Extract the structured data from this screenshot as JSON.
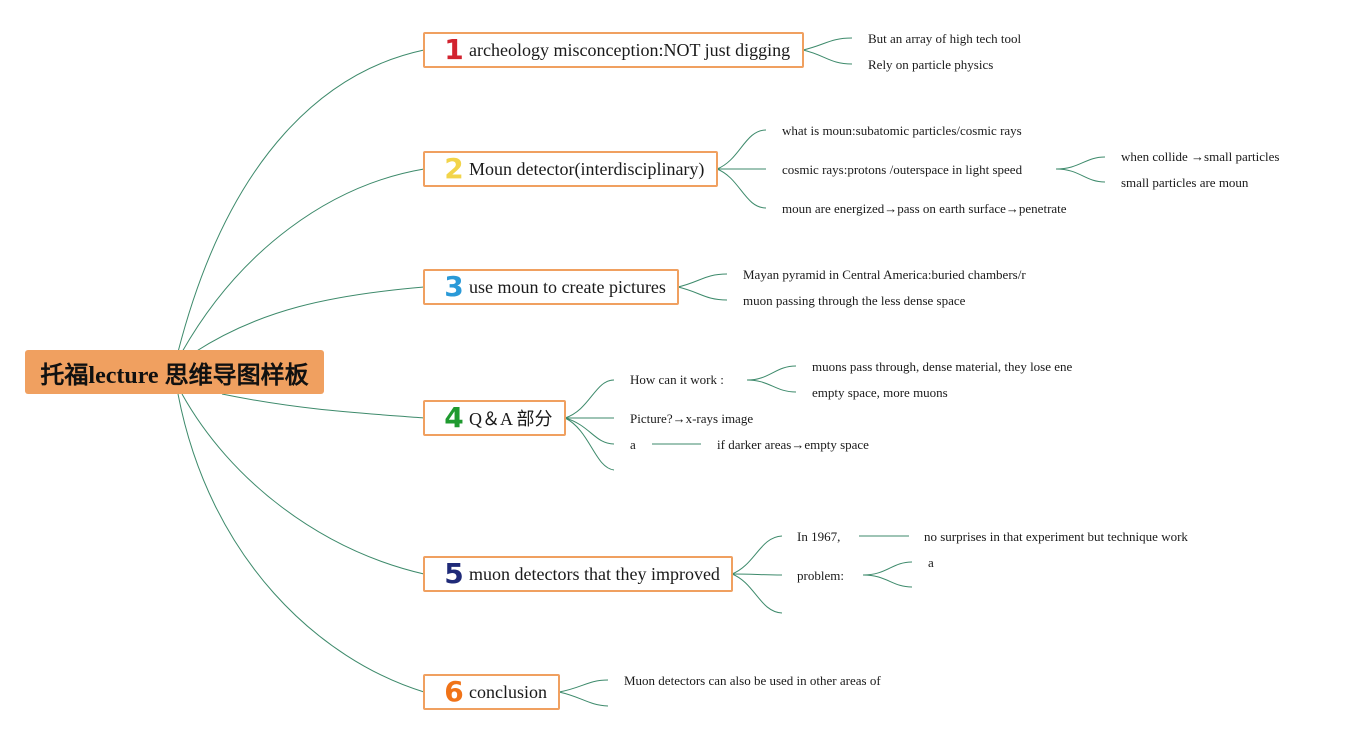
{
  "root": {
    "title": "托福lecture 思维导图样板"
  },
  "colors": {
    "number_colors": [
      "#d2232f",
      "#f2d44a",
      "#2a9ad8",
      "#1f9a2f",
      "#1f2a78",
      "#f07318"
    ],
    "topic_border": "#f0a060",
    "root_fill": "#f0a060",
    "connector": "#3d8a6b"
  },
  "topics": [
    {
      "number": "1",
      "label": "archeology misconception:NOT just digging",
      "children": [
        "But an array of high tech tool",
        "Rely on particle physics"
      ]
    },
    {
      "number": "2",
      "label": "Moun detector(interdisciplinary)",
      "children": [
        "what is moun:subatomic particles/cosmic rays",
        "cosmic rays:protons /outerspace in light speed",
        "moun are energized→pass on earth surface→penetrate"
      ],
      "grandchildren": [
        "when collide →small particles",
        "small particles are moun"
      ]
    },
    {
      "number": "3",
      "label": "use moun to create pictures",
      "children": [
        "Mayan pyramid in Central America:buried chambers/r",
        "muon passing through the less dense space"
      ]
    },
    {
      "number": "4",
      "label": "Q＆A 部分",
      "children": [
        "How can it work :",
        "Picture?→x-rays image",
        "a"
      ],
      "grandchildren": [
        "muons pass through, dense material, they lose ene",
        "empty space, more muons"
      ],
      "a_note": "if darker areas→empty space"
    },
    {
      "number": "5",
      "label": "muon detectors that they improved",
      "children": [
        "In 1967,",
        "problem:"
      ],
      "in1967_note": "no surprises in that experiment but technique work",
      "problem_note": "a"
    },
    {
      "number": "6",
      "label": "conclusion",
      "children": [
        "Muon detectors can also be used in other areas of"
      ]
    }
  ]
}
